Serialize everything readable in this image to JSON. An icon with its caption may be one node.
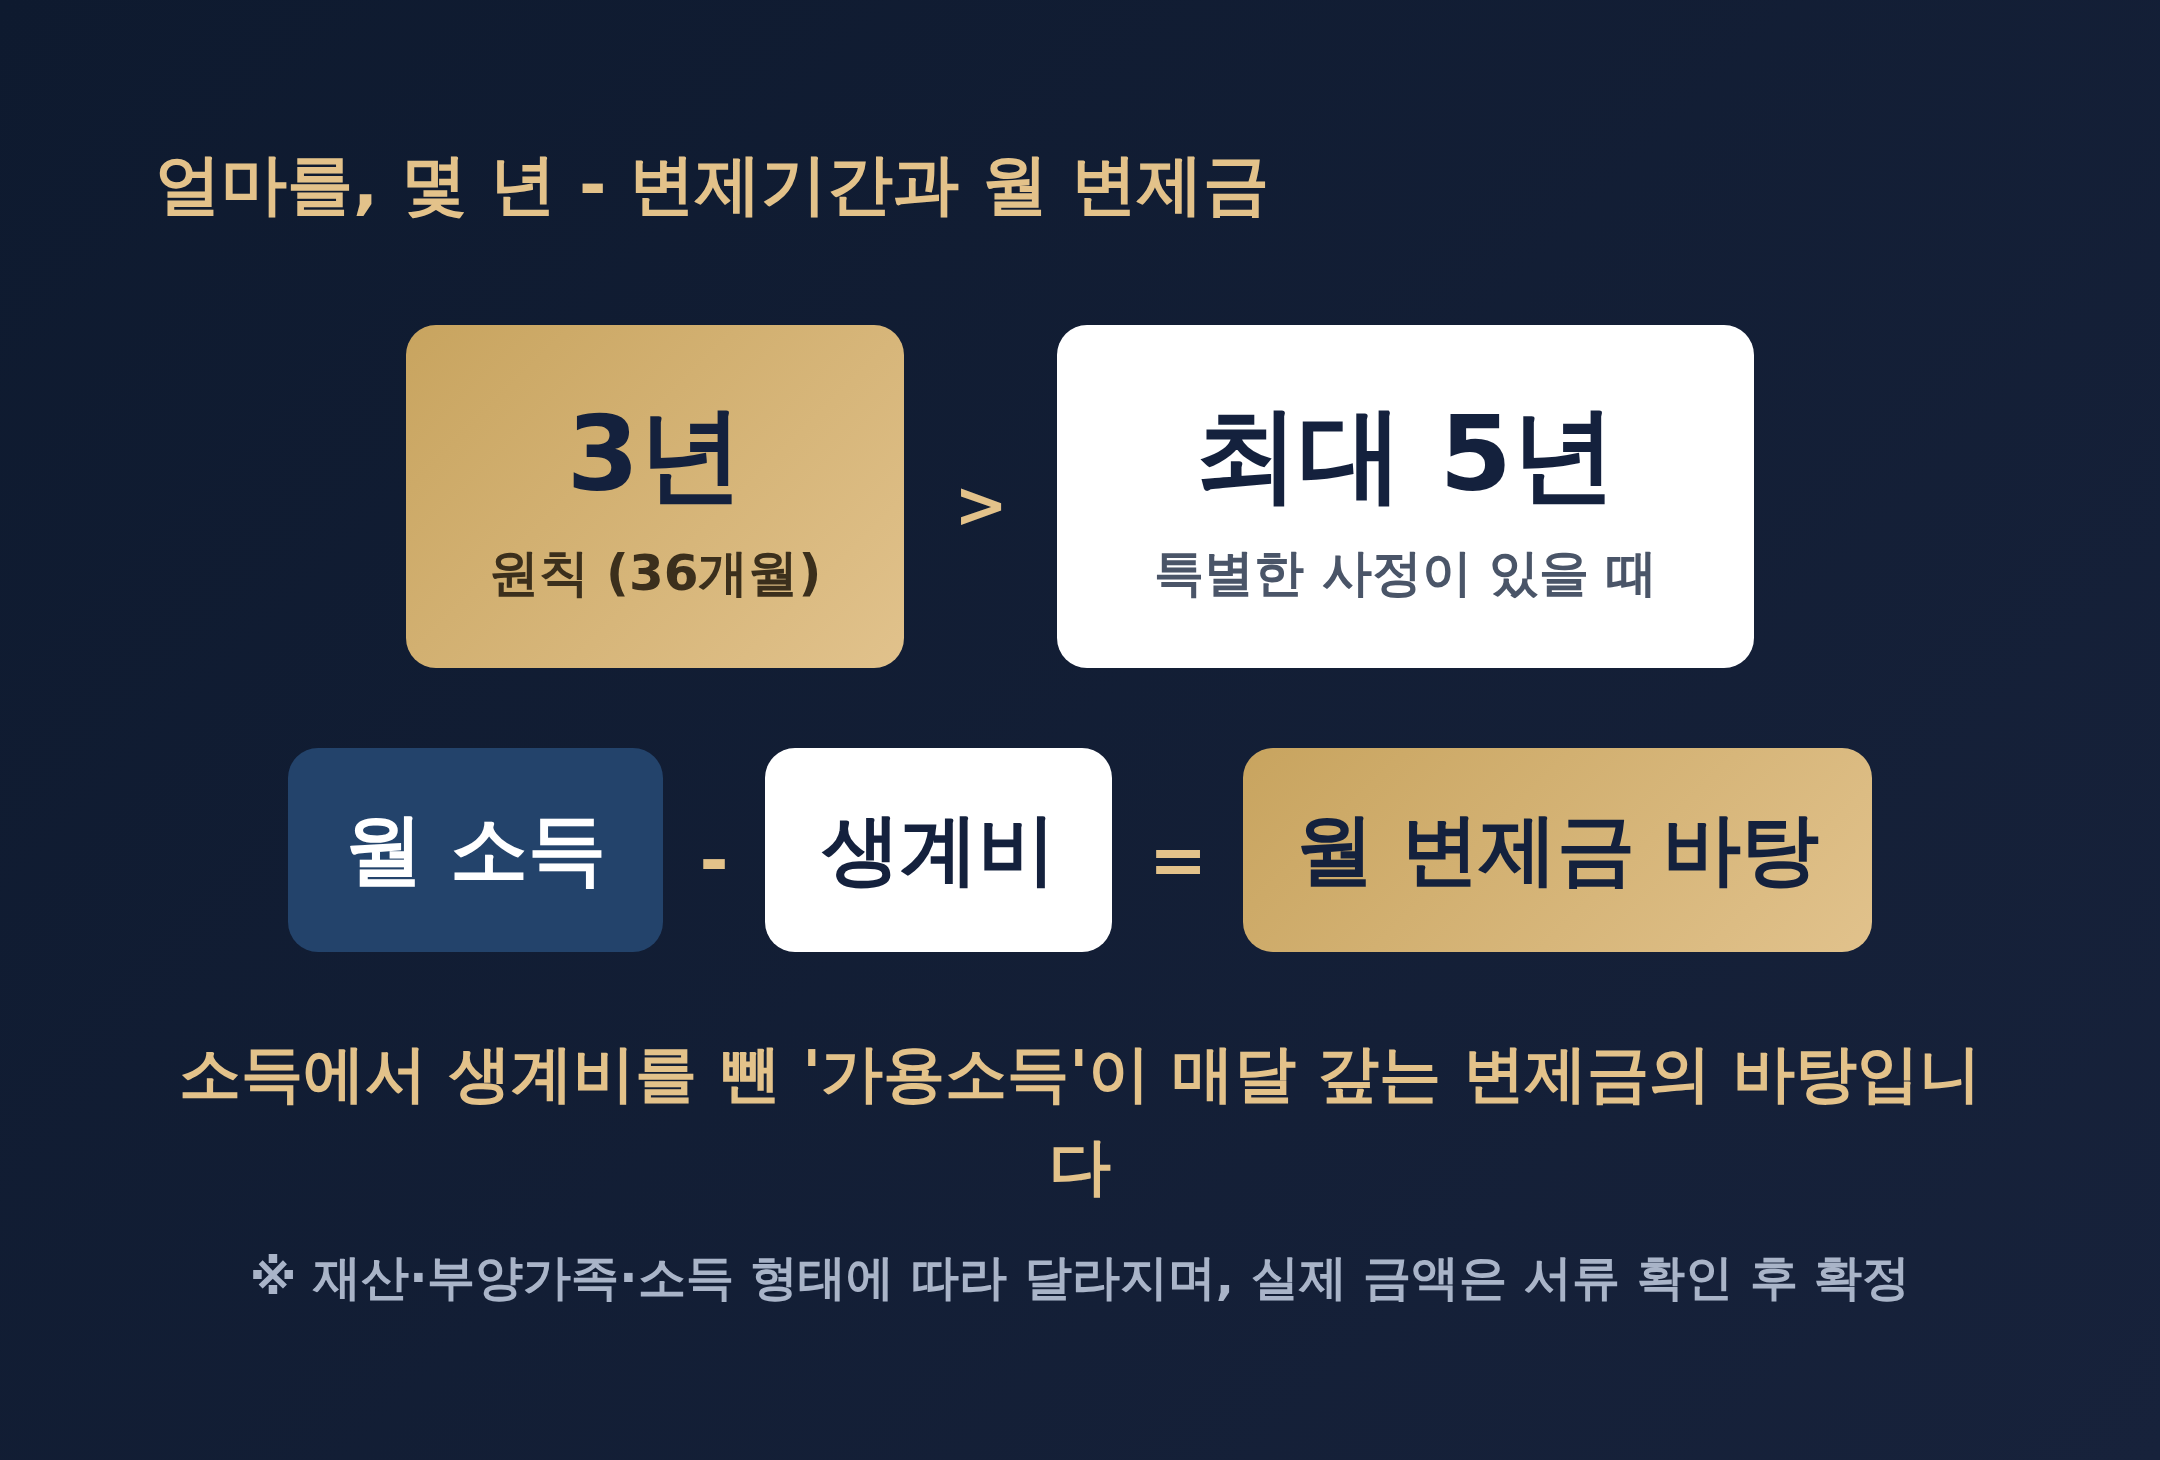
{
  "diagram": {
    "title": "얼마를, 몇 년 - 변제기간과 월 변제금",
    "nodes": [
      {
        "text": [
          "3년",
          "원칙 (36개월)"
        ]
      },
      {
        "text": [
          "최대 5년",
          "특별한 사정이 있을 때"
        ]
      },
      {
        "text": [
          "월 소득"
        ]
      },
      {
        "text": [
          "생계비"
        ]
      },
      {
        "text": [
          "월 변제금 바탕"
        ]
      }
    ],
    "labels": [
      ">",
      "-",
      "=",
      "소득에서 생계비를 뺀 '가용소득'이 매달 갚는 변제금의 바탕입니다",
      "※ 재산·부양가족·소득 형태에 따라 달라지며, 실제 금액은 서류 확인 후 확정"
    ]
  }
}
